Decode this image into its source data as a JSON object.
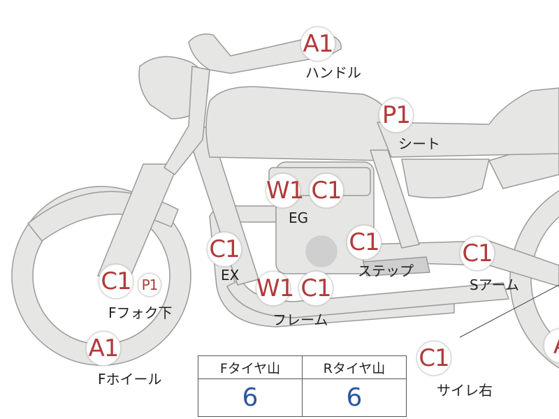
{
  "badges": {
    "handle_code": "A1",
    "seat_code": "P1",
    "eg_code_w": "W1",
    "eg_code_c": "C1",
    "ex_code": "C1",
    "step_code": "C1",
    "sarm_code": "C1",
    "ffork_code_c": "C1",
    "ffork_code_p": "P1",
    "frame_code_w": "W1",
    "frame_code_c": "C1",
    "fwheel_code": "A1",
    "sidestand_code": "C1",
    "rwheel_code": "A"
  },
  "labels": {
    "handle": "ハンドル",
    "seat": "シート",
    "eg": "EG",
    "ex": "EX",
    "step": "ステップ",
    "sarm": "Sアーム",
    "ffork": "Fフォク下",
    "frame": "フレーム",
    "fwheel": "Fホイール",
    "sidestand": "サイレ右"
  },
  "tire_table": {
    "headers": [
      "Fタイヤ山",
      "Rタイヤ山"
    ],
    "values": [
      "6",
      "6"
    ]
  },
  "colors": {
    "body_fill": "#e6e6e4",
    "body_stroke": "#9a9a9a",
    "code_red": "#b23a3a",
    "value_blue": "#2b56a0"
  }
}
